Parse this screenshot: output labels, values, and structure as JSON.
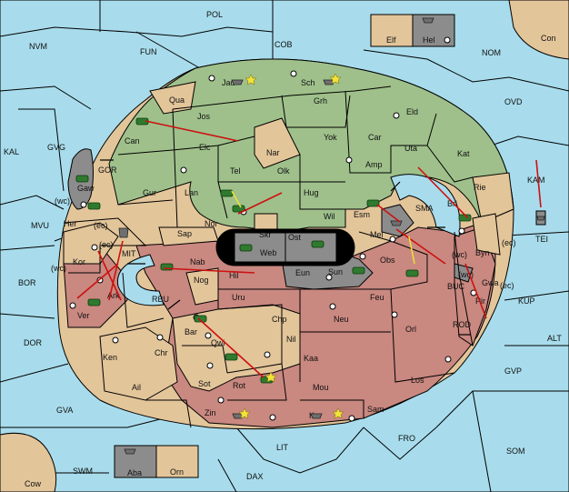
{
  "colors": {
    "sea": "#a8dcec",
    "power_green": "#9fc08b",
    "neutral_tan": "#e3c59a",
    "power_red": "#c98880",
    "power_grey": "#8c8c8c",
    "move_order": "#cc1111",
    "support_order": "#e8e03c"
  },
  "sea_labels": [
    "POL",
    "NVM",
    "FUN",
    "COB",
    "NOM",
    "KAL",
    "GVG",
    "OVD",
    "KAM",
    "MVU",
    "BOR",
    "DOR",
    "GVA",
    "ALT",
    "KUP",
    "GVP",
    "SOM",
    "FRO",
    "LIT",
    "SWM",
    "DAX",
    "SMA",
    "GOR",
    "MIT",
    "RBU",
    "BUC",
    "ROD",
    "TEI"
  ],
  "land_labels": [
    "Jad",
    "Sch",
    "Qua",
    "Jos",
    "Grh",
    "Eld",
    "Can",
    "Elc",
    "Nar",
    "Yok",
    "Car",
    "Uta",
    "Kat",
    "Tel",
    "Olk",
    "Amp",
    "Gaw",
    "Gur",
    "Lan",
    "Hug",
    "Rie",
    "Her",
    "Nor",
    "Wil",
    "Esm",
    "Bri",
    "Sap",
    "Skr",
    "Ost",
    "Mel",
    "Byn",
    "Kor",
    "Nab",
    "Web",
    "Eun",
    "Obs",
    "Hil",
    "Sun",
    "Gwa",
    "Ark",
    "Nog",
    "Pir",
    "Uru",
    "Feu",
    "Ver",
    "Chp",
    "Neu",
    "Orl",
    "Bar",
    "Qwi",
    "Nil",
    "Chr",
    "Ken",
    "Kaa",
    "Sot",
    "Los",
    "Ail",
    "Rot",
    "Mou",
    "Sam",
    "Zin",
    "Kar",
    "Elf",
    "Hel",
    "Con",
    "Aba",
    "Orn",
    "Cow"
  ],
  "coast_labels": [
    "(wc)",
    "(ec)",
    "(ec)",
    "(wc)",
    "(ec)",
    "(wc)",
    "(wc)",
    "(ec)"
  ]
}
